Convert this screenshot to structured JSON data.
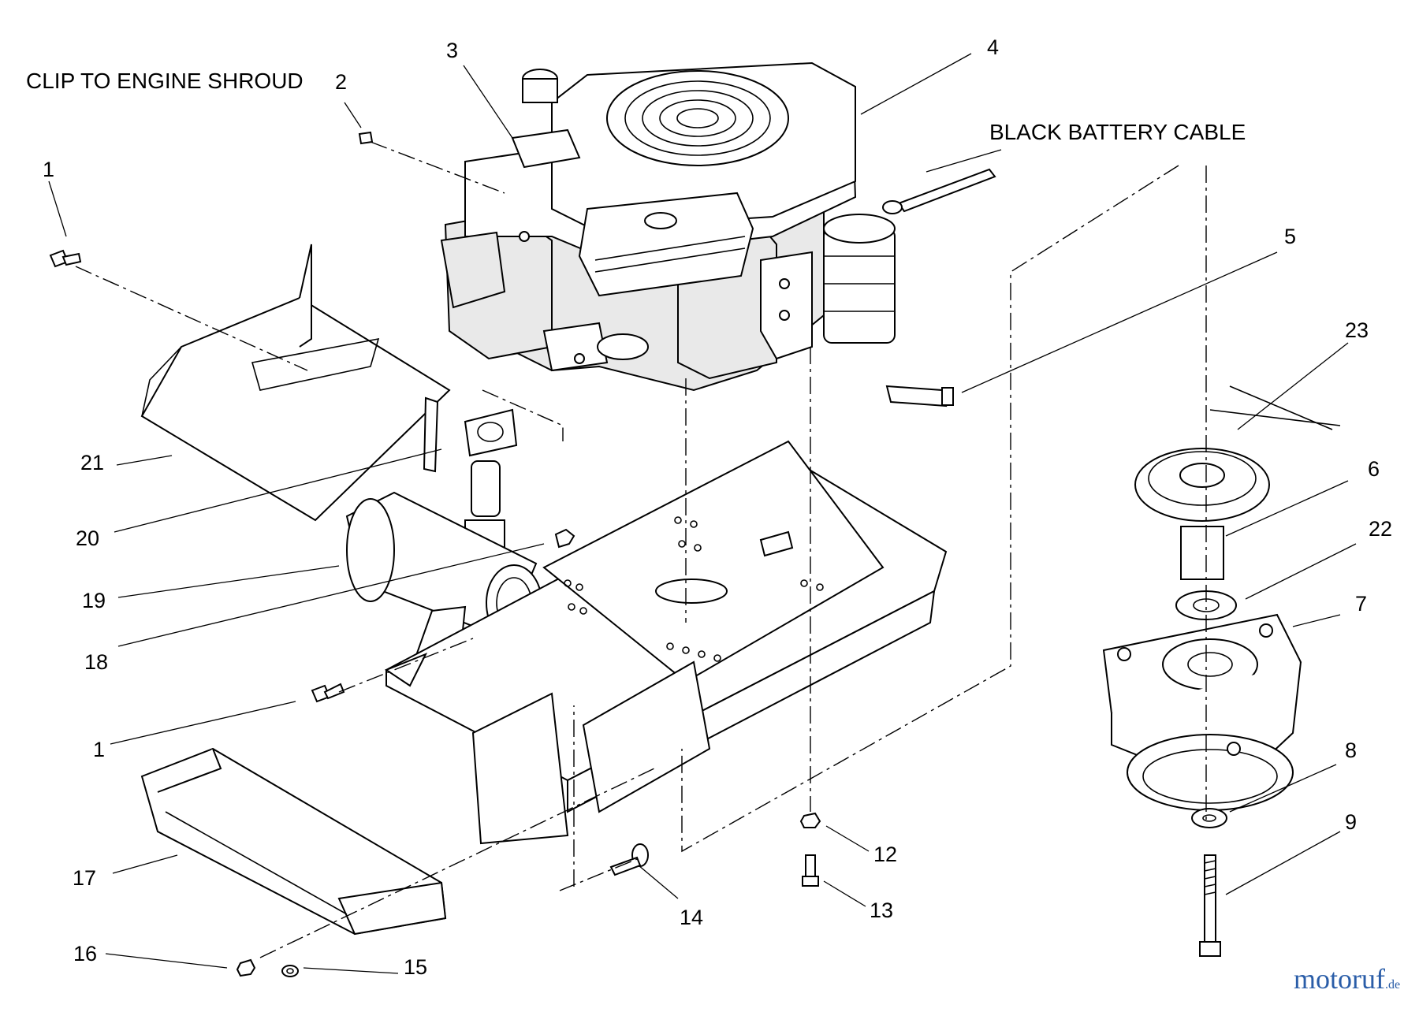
{
  "captions": {
    "clip": "CLIP TO ENGINE SHROUD",
    "battery": "BLACK BATTERY CABLE"
  },
  "callouts": [
    "1",
    "2",
    "3",
    "4",
    "5",
    "23",
    "6",
    "22",
    "7",
    "8",
    "9",
    "12",
    "13",
    "14",
    "15",
    "16",
    "17",
    "1",
    "18",
    "19",
    "20",
    "21"
  ],
  "watermark": {
    "text": "motoruf",
    "suffix": ".de",
    "color": "#2a5da8"
  },
  "parts": {
    "engine": "engine",
    "shroud": "engine shroud",
    "clip": "clip",
    "bolts": "bolt",
    "gasket": "exhaust gasket",
    "muffler": "muffler",
    "bumper": "front bumper",
    "frame": "frame",
    "pulley": "engine pulley",
    "clutch": "electric clutch",
    "switch": "oil pressure switch",
    "filter": "oil filter"
  }
}
